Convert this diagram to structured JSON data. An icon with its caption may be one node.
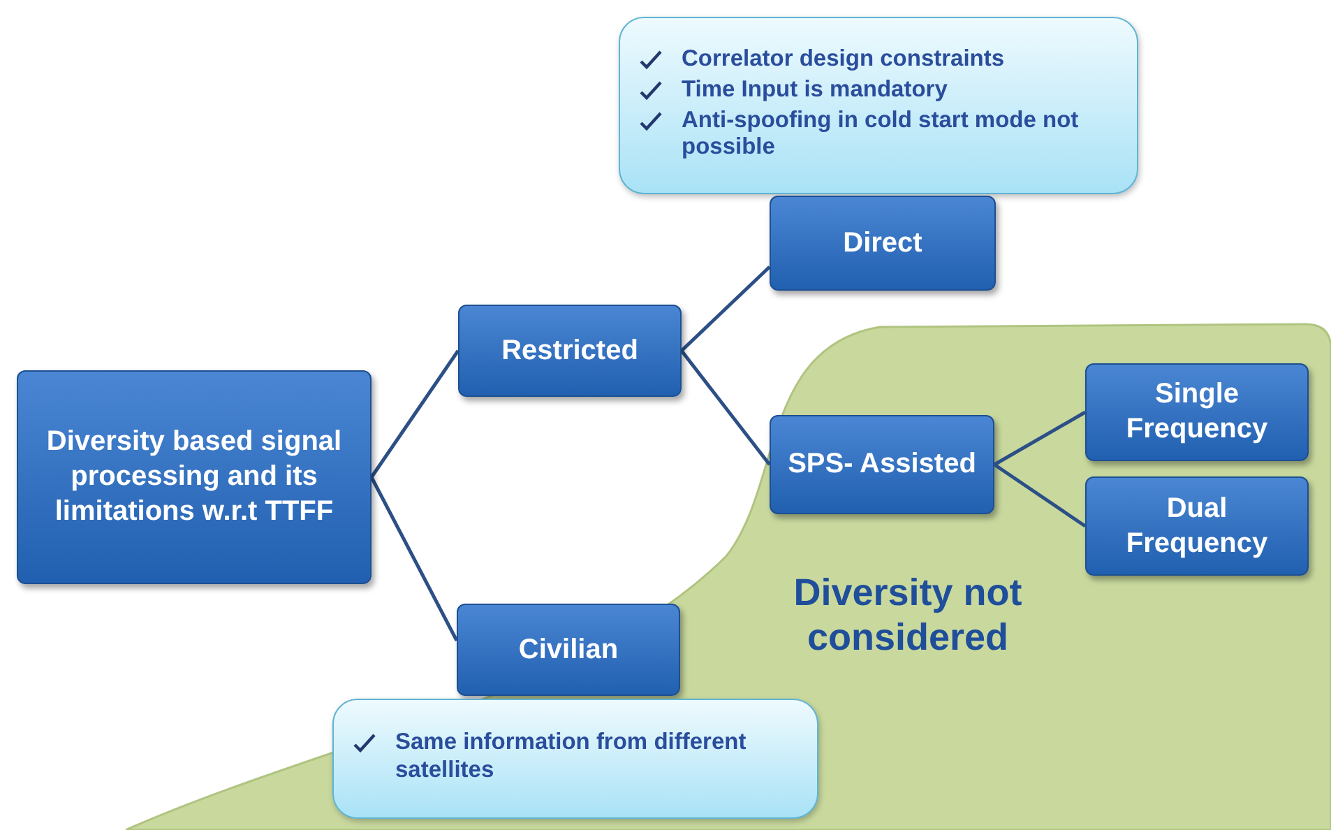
{
  "diagram": {
    "nodes": [
      {
        "text": [
          "Diversity based signal processing and its limitations w.r.t TTFF"
        ]
      },
      {
        "text": [
          "Restricted"
        ]
      },
      {
        "text": [
          "Correlator design constraints",
          "Time Input is mandatory",
          "Anti-spoofing in cold start mode not possible"
        ]
      },
      {
        "text": [
          "Direct"
        ]
      },
      {
        "text": [
          "Diversity not considered"
        ]
      },
      {
        "text": [
          "SPS- Assisted"
        ],
        "in": 4
      },
      {
        "text": [
          "Single Frequency"
        ],
        "in": 4
      },
      {
        "text": [
          "Dual Frequency"
        ],
        "in": 4
      },
      {
        "text": [
          "Civilian"
        ],
        "in": 4
      },
      {
        "text": [
          "Same information from different satellites"
        ],
        "in": 4
      }
    ],
    "edges": [
      {
        "from": 0,
        "to": 1,
        "arrow": "none"
      },
      {
        "from": 0,
        "to": 8,
        "arrow": "none"
      },
      {
        "from": 1,
        "to": 3,
        "arrow": "none"
      },
      {
        "from": 1,
        "to": 5,
        "arrow": "none"
      },
      {
        "from": 5,
        "to": 6,
        "arrow": "none"
      },
      {
        "from": 5,
        "to": 7,
        "arrow": "none"
      }
    ]
  }
}
